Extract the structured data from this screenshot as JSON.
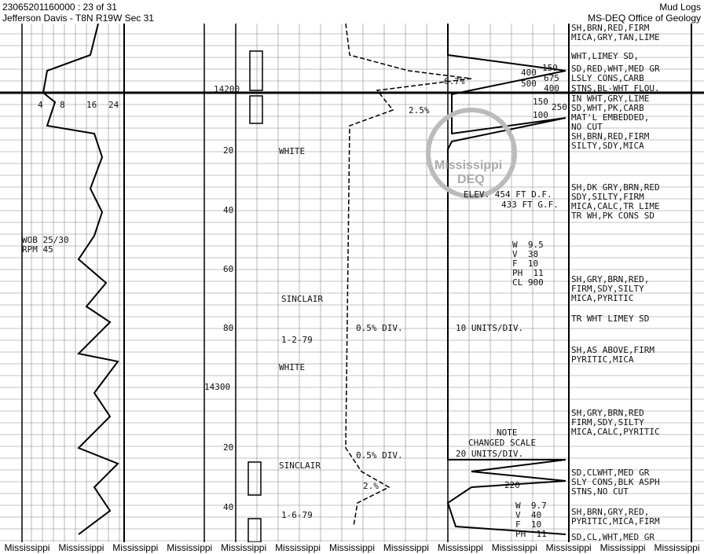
{
  "header": {
    "doc_id": "23065201160000 : 23 of 31",
    "location": "Jefferson Davis - T8N R19W Sec 31",
    "doc_type": "Mud Logs",
    "agency": "MS-DEQ Office of Geology"
  },
  "watermark": {
    "text1": "Mississippi",
    "text2": "DEQ"
  },
  "depth_labels": [
    "14200",
    "20",
    "40",
    "60",
    "80",
    "14300",
    "20",
    "40"
  ],
  "drill_scale": [
    "4",
    "8",
    "16",
    "24"
  ],
  "left_notes": [
    "WOB 25/30",
    "RPM 45"
  ],
  "annotations": {
    "white1": "WHITE",
    "sinclair1": "SINCLAIR",
    "date1": "1-2-79",
    "white2": "WHITE",
    "sinclair2": "SINCLAIR",
    "date2": "1-6-79",
    "div1": "0.5% DIV.",
    "div2": "0.5% DIV.",
    "units1": "10 UNITS/DIV.",
    "note": "NOTE",
    "changed": "CHANGED SCALE",
    "units2": "20 UNITS/DIV.",
    "elev1": "ELEV. 454 FT D.F.",
    "elev2": "433 FT G.F.",
    "pct1": "6.7%",
    "pct2": "2.5%",
    "pct3": "2.%",
    "gas_vals": [
      "150",
      "400",
      "675",
      "500",
      "400",
      "150",
      "250",
      "100",
      "220"
    ],
    "mud1": [
      "W  9.5",
      "V  38",
      "F  10",
      "PH  11",
      "CL 900"
    ],
    "mud2": [
      "W  9.7",
      "V  40",
      "F  10",
      "PH  11"
    ]
  },
  "descriptions": [
    "SH,BRN,RED,FIRM",
    "MICA,GRY,TAN,LIME",
    "WHT,LIMEY SD,",
    "SD,RED,WHT,MED GR",
    "LSLY CONS,CARB",
    "STNS,BL-WHT FLOU.",
    "IN WHT,GRY,LIME",
    "SD,WHT,PK,CARB",
    "MAT'L EMBEDDED,",
    "NO CUT",
    "SH,BRN,RED,FIRM",
    "SILTY,SDY,MICA",
    "SH,DK GRY,BRN,RED",
    "SDY,SILTY,FIRM",
    "MICA,CALC,TR LIME",
    "TR WH,PK CONS SD",
    "SH,GRY,BRN,RED,",
    "FIRM,SDY,SILTY",
    "MICA,PYRITIC",
    "TR WHT LIMEY SD",
    "SH,AS ABOVE,FIRM",
    "PYRITIC,MICA",
    "SH,GRY,BRN,RED",
    "FIRM,SDY,SILTY",
    "MICA,CALC,PYRITIC",
    "SD,CLWHT,MED GR",
    "SLY CONS,BLK ASPH",
    "STNS,NO CUT",
    "SH,BRN,GRY,RED,",
    "PYRITIC,MICA,FIRM",
    "SD,CL,WHT,MED GR"
  ],
  "footer": [
    "Mississippi",
    "Mississippi",
    "Mississippi",
    "Mississippi",
    "Mississippi",
    "Mississippi",
    "Mississippi",
    "Mississippi",
    "Mississippi",
    "Mississippi",
    "Mississippi",
    "Mississippi",
    "Mississippi"
  ]
}
